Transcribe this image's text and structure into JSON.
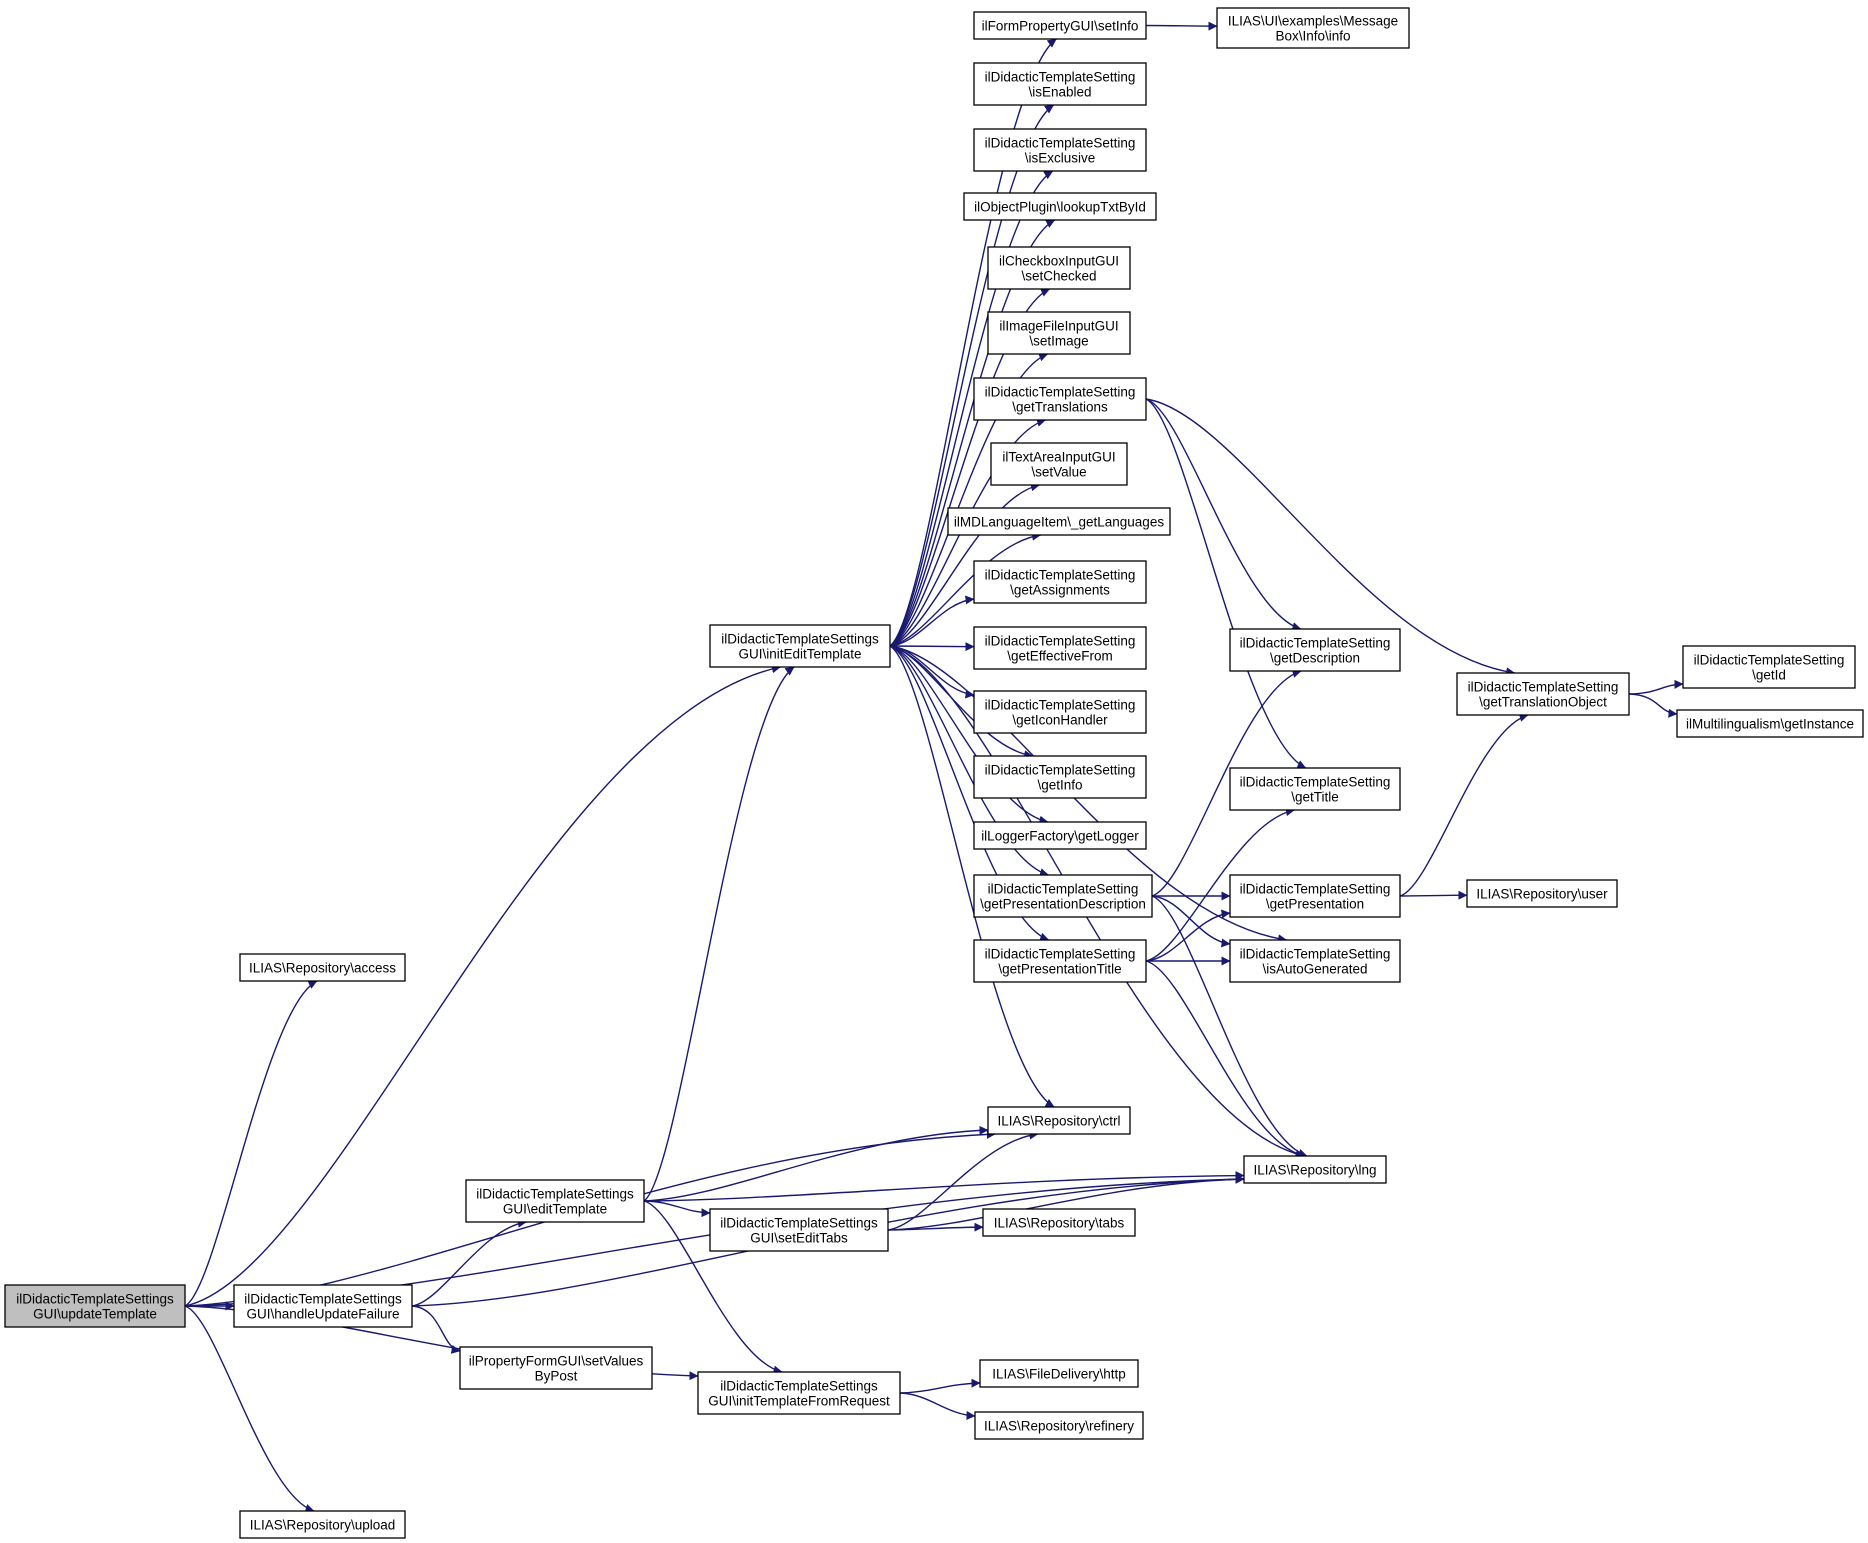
{
  "diagram": {
    "type": "doxygen-call-graph",
    "edge_color": "#191970",
    "root_fill": "#bfbfbf",
    "nodes": {
      "root": [
        "ilDidacticTemplateSettings",
        "GUI\\updateTemplate"
      ],
      "access": [
        "ILIAS\\Repository\\access"
      ],
      "handleUpdateFailure": [
        "ilDidacticTemplateSettings",
        "GUI\\handleUpdateFailure"
      ],
      "upload": [
        "ILIAS\\Repository\\upload"
      ],
      "initEditTemplate": [
        "ilDidacticTemplateSettings",
        "GUI\\initEditTemplate"
      ],
      "editTemplate": [
        "ilDidacticTemplateSettings",
        "GUI\\editTemplate"
      ],
      "setValuesByPost": [
        "ilPropertyFormGUI\\setValues",
        "ByPost"
      ],
      "initTemplateFromRequest": [
        "ilDidacticTemplateSettings",
        "GUI\\initTemplateFromRequest"
      ],
      "setEditTabs": [
        "ilDidacticTemplateSettings",
        "GUI\\setEditTabs"
      ],
      "setInfo": [
        "ilFormPropertyGUI\\setInfo"
      ],
      "isEnabled": [
        "ilDidacticTemplateSetting",
        "\\isEnabled"
      ],
      "isExclusive": [
        "ilDidacticTemplateSetting",
        "\\isExclusive"
      ],
      "lookupTxtById": [
        "ilObjectPlugin\\lookupTxtById"
      ],
      "setChecked": [
        "ilCheckboxInputGUI",
        "\\setChecked"
      ],
      "setImage": [
        "ilImageFileInputGUI",
        "\\setImage"
      ],
      "getTranslations": [
        "ilDidacticTemplateSetting",
        "\\getTranslations"
      ],
      "setValue": [
        "ilTextAreaInputGUI",
        "\\setValue"
      ],
      "getLanguages": [
        "ilMDLanguageItem\\_getLanguages"
      ],
      "getAssignments": [
        "ilDidacticTemplateSetting",
        "\\getAssignments"
      ],
      "getEffectiveFrom": [
        "ilDidacticTemplateSetting",
        "\\getEffectiveFrom"
      ],
      "getIconHandler": [
        "ilDidacticTemplateSetting",
        "\\getIconHandler"
      ],
      "getInfo": [
        "ilDidacticTemplateSetting",
        "\\getInfo"
      ],
      "getLogger": [
        "ilLoggerFactory\\getLogger"
      ],
      "getPresentationDescription": [
        "ilDidacticTemplateSetting",
        "\\getPresentationDescription"
      ],
      "getPresentationTitle": [
        "ilDidacticTemplateSetting",
        "\\getPresentationTitle"
      ],
      "ctrl": [
        "ILIAS\\Repository\\ctrl"
      ],
      "tabs": [
        "ILIAS\\Repository\\tabs"
      ],
      "http": [
        "ILIAS\\FileDelivery\\http"
      ],
      "refinery": [
        "ILIAS\\Repository\\refinery"
      ],
      "messageBoxInfo": [
        "ILIAS\\UI\\examples\\Message",
        "Box\\Info\\info"
      ],
      "getDescription": [
        "ilDidacticTemplateSetting",
        "\\getDescription"
      ],
      "getTitle": [
        "ilDidacticTemplateSetting",
        "\\getTitle"
      ],
      "getPresentation": [
        "ilDidacticTemplateSetting",
        "\\getPresentation"
      ],
      "isAutoGenerated": [
        "ilDidacticTemplateSetting",
        "\\isAutoGenerated"
      ],
      "lng": [
        "ILIAS\\Repository\\lng"
      ],
      "getTranslationObject": [
        "ilDidacticTemplateSetting",
        "\\getTranslationObject"
      ],
      "user": [
        "ILIAS\\Repository\\user"
      ],
      "getId": [
        "ilDidacticTemplateSetting",
        "\\getId"
      ],
      "getInstance": [
        "ilMultilingualism\\getInstance"
      ]
    },
    "edges": [
      [
        "root",
        "access"
      ],
      [
        "root",
        "handleUpdateFailure"
      ],
      [
        "root",
        "upload"
      ],
      [
        "root",
        "initEditTemplate"
      ],
      [
        "root",
        "ctrl"
      ],
      [
        "root",
        "initTemplateFromRequest"
      ],
      [
        "root",
        "lng"
      ],
      [
        "handleUpdateFailure",
        "editTemplate"
      ],
      [
        "handleUpdateFailure",
        "setValuesByPost"
      ],
      [
        "handleUpdateFailure",
        "lng"
      ],
      [
        "editTemplate",
        "initEditTemplate"
      ],
      [
        "editTemplate",
        "ctrl"
      ],
      [
        "editTemplate",
        "lng"
      ],
      [
        "editTemplate",
        "setEditTabs"
      ],
      [
        "editTemplate",
        "initTemplateFromRequest"
      ],
      [
        "setEditTabs",
        "ctrl"
      ],
      [
        "setEditTabs",
        "tabs"
      ],
      [
        "setEditTabs",
        "lng"
      ],
      [
        "initTemplateFromRequest",
        "http"
      ],
      [
        "initTemplateFromRequest",
        "refinery"
      ],
      [
        "initEditTemplate",
        "setInfo"
      ],
      [
        "initEditTemplate",
        "isEnabled"
      ],
      [
        "initEditTemplate",
        "isExclusive"
      ],
      [
        "initEditTemplate",
        "lookupTxtById"
      ],
      [
        "initEditTemplate",
        "setChecked"
      ],
      [
        "initEditTemplate",
        "setImage"
      ],
      [
        "initEditTemplate",
        "getTranslations"
      ],
      [
        "initEditTemplate",
        "setValue"
      ],
      [
        "initEditTemplate",
        "getLanguages"
      ],
      [
        "initEditTemplate",
        "getAssignments"
      ],
      [
        "initEditTemplate",
        "getEffectiveFrom"
      ],
      [
        "initEditTemplate",
        "getIconHandler"
      ],
      [
        "initEditTemplate",
        "getInfo"
      ],
      [
        "initEditTemplate",
        "getLogger"
      ],
      [
        "initEditTemplate",
        "getPresentationDescription"
      ],
      [
        "initEditTemplate",
        "getPresentationTitle"
      ],
      [
        "initEditTemplate",
        "isAutoGenerated"
      ],
      [
        "initEditTemplate",
        "ctrl"
      ],
      [
        "initEditTemplate",
        "lng"
      ],
      [
        "setInfo",
        "messageBoxInfo"
      ],
      [
        "getTranslations",
        "getDescription"
      ],
      [
        "getTranslations",
        "getTitle"
      ],
      [
        "getTranslations",
        "getTranslationObject"
      ],
      [
        "getPresentationDescription",
        "getDescription"
      ],
      [
        "getPresentationDescription",
        "getPresentation"
      ],
      [
        "getPresentationDescription",
        "isAutoGenerated"
      ],
      [
        "getPresentationDescription",
        "lng"
      ],
      [
        "getPresentationTitle",
        "getTitle"
      ],
      [
        "getPresentationTitle",
        "getPresentation"
      ],
      [
        "getPresentationTitle",
        "isAutoGenerated"
      ],
      [
        "getPresentationTitle",
        "lng"
      ],
      [
        "getPresentation",
        "getTranslationObject"
      ],
      [
        "getPresentation",
        "user"
      ],
      [
        "getTranslationObject",
        "getId"
      ],
      [
        "getTranslationObject",
        "getInstance"
      ]
    ]
  }
}
